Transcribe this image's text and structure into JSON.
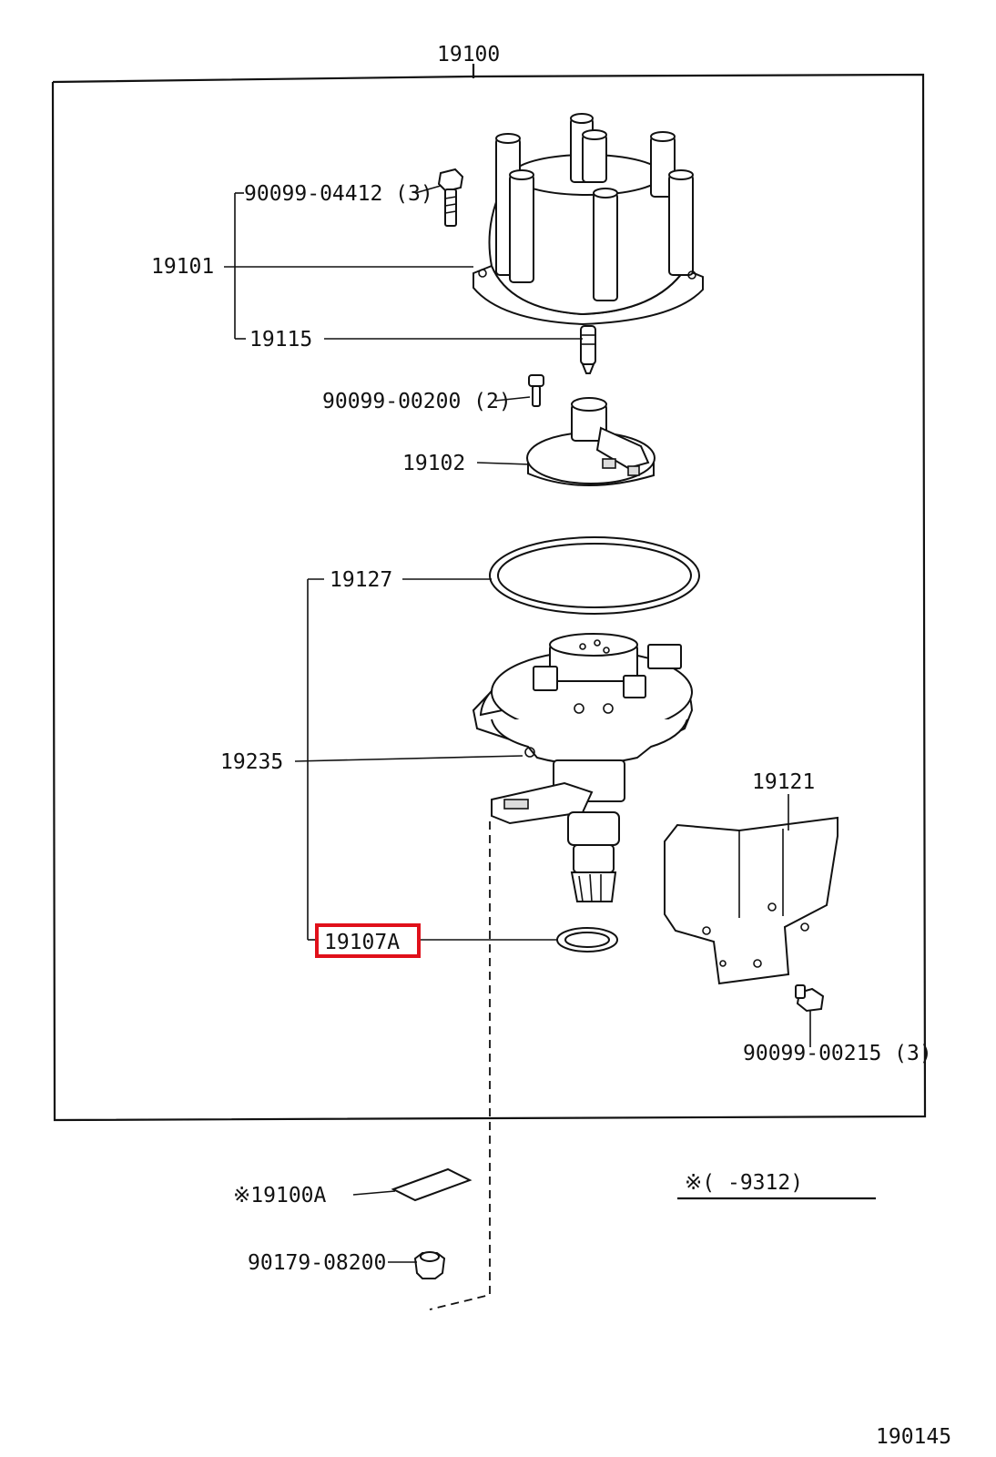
{
  "diagram": {
    "assembly_label": "19100",
    "footer_code": "190145",
    "note_label": "※(      -9312)",
    "callouts": {
      "bolt_cap": "90099-04412 (3)",
      "cap": "19101",
      "cap_contact": "19115",
      "screw_rotor": "90099-00200 (2)",
      "rotor": "19102",
      "gasket": "19127",
      "housing": "19235",
      "cover": "19121",
      "o_ring": "19107A",
      "bolt_cover": "90099-00215 (3)",
      "label_plate": "※19100A",
      "nut": "90179-08200"
    },
    "highlighted_part": "19107A",
    "highlight_color": "#e0101a"
  }
}
